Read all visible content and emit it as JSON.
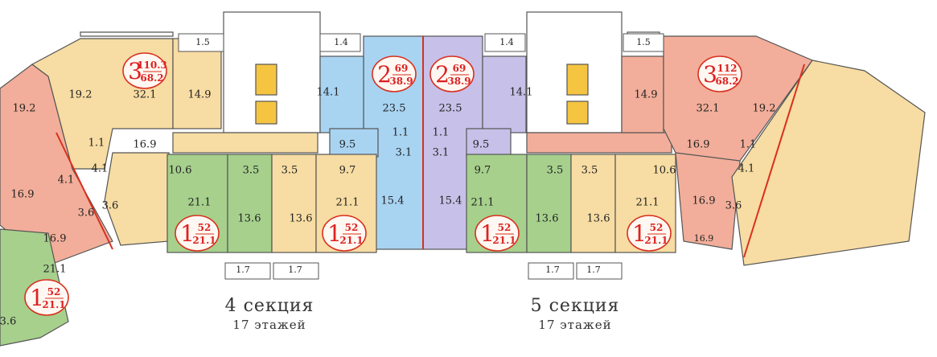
{
  "colors": {
    "one_room": "#a6d08c",
    "one_room_alt": "#f7dca3",
    "two_room_a": "#a8d4f2",
    "two_room_b": "#c7c0e8",
    "three_room_a": "#f2ae9a",
    "three_room_b": "#f7dca3",
    "outline": "#555555",
    "accent": "#d9301f"
  },
  "sections": [
    {
      "title": "4 секция",
      "subtitle": "17 этажей"
    },
    {
      "title": "5 секция",
      "subtitle": "17 этажей"
    }
  ],
  "badges": [
    {
      "rooms": "3",
      "total": "110.3",
      "living": "68.2"
    },
    {
      "rooms": "2",
      "total": "69",
      "living": "38.9"
    },
    {
      "rooms": "2",
      "total": "69",
      "living": "38.9"
    },
    {
      "rooms": "3",
      "total": "112",
      "living": "68.2"
    },
    {
      "rooms": "1",
      "total": "52",
      "living": "21.1"
    },
    {
      "rooms": "1",
      "total": "52",
      "living": "21.1"
    },
    {
      "rooms": "1",
      "total": "52",
      "living": "21.1"
    },
    {
      "rooms": "1",
      "total": "52",
      "living": "21.1"
    },
    {
      "rooms": "1",
      "total": "52",
      "living": "21.1"
    }
  ],
  "areas": [
    "1.5",
    "1.4",
    "1.4",
    "1.5",
    "19.2",
    "19.2",
    "32.1",
    "14.9",
    "14.1",
    "23.5",
    "23.5",
    "14.1",
    "14.9",
    "32.1",
    "19.2",
    "16.9",
    "9.5",
    "9.5",
    "16.9",
    "1.1",
    "1.1",
    "3.1",
    "3.1",
    "1.1",
    "1.1",
    "10.6",
    "3.5",
    "3.5",
    "9.7",
    "9.7",
    "3.5",
    "3.5",
    "10.6",
    "4.1",
    "4.1",
    "4.1",
    "16.9",
    "21.1",
    "21.1",
    "15.4",
    "15.4",
    "21.1",
    "21.1",
    "16.9",
    "3.6",
    "3.6",
    "3.6",
    "13.6",
    "13.6",
    "13.6",
    "13.6",
    "16.9",
    "16.9",
    "1.7",
    "1.7",
    "1.7",
    "1.7",
    "21.1",
    "3.6"
  ]
}
